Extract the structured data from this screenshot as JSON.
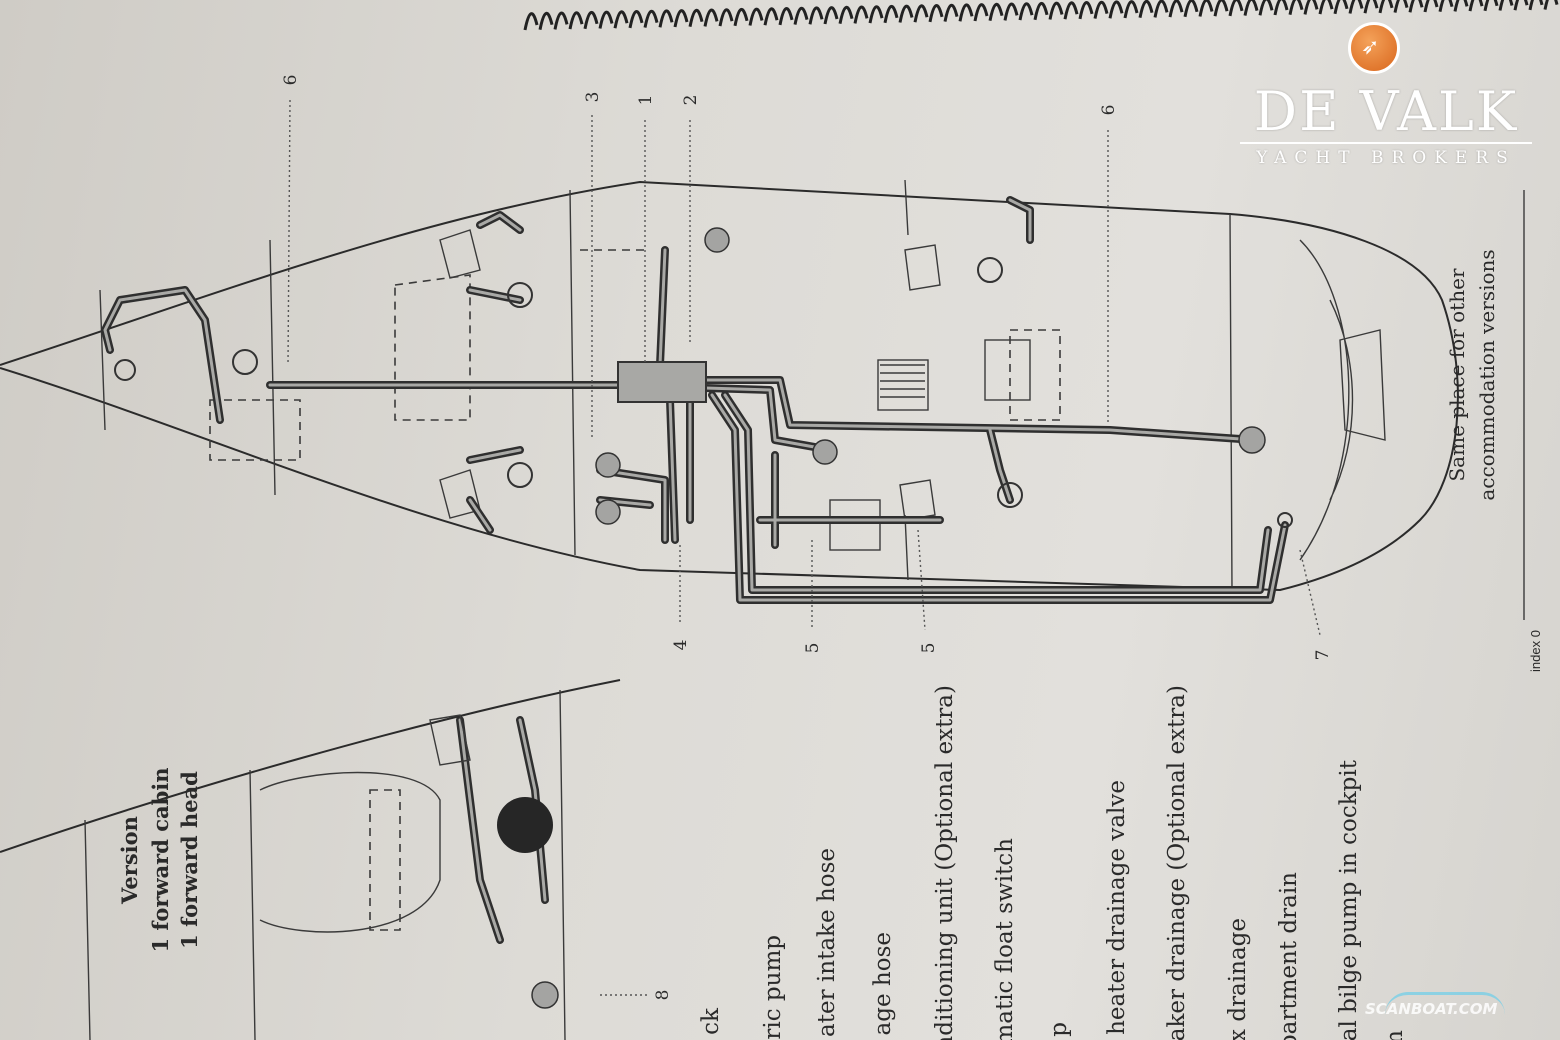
{
  "logo": {
    "name": "DE VALK",
    "subtitle": "YACHT BROKERS",
    "brand_color": "#e07a2e"
  },
  "watermark": {
    "text": "SCANBOAT.COM"
  },
  "diagram": {
    "callouts": {
      "c6a": "6",
      "c3": "3",
      "c1": "1",
      "c2": "2",
      "c6b": "6",
      "c4": "4",
      "c5a": "5",
      "c5b": "5",
      "c7": "7",
      "c8": "8"
    },
    "version": {
      "title": "Version",
      "line1": "1 forward cabin",
      "line2": "1 forward head"
    },
    "note": {
      "line1": "Same place for other",
      "line2": "accommodation versions"
    },
    "index": "index 0"
  },
  "legend": [
    "ck",
    "ric pump",
    "ater intake hose",
    "age hose",
    "nditioning unit (Optional extra)",
    "matic float switch",
    "p",
    "heater drainage valve",
    "aker drainage  (Optional extra)",
    "x drainage",
    "partment drain",
    "al bilge pump in cockpit",
    "m"
  ]
}
